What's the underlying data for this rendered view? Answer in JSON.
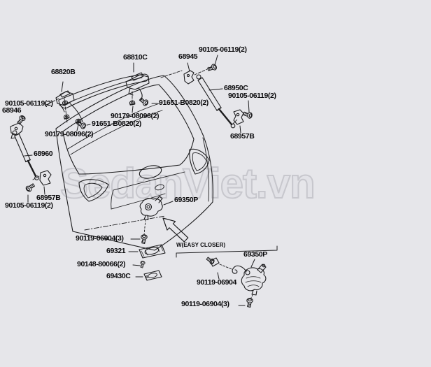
{
  "diagram": {
    "watermark": "SedanViet.vn",
    "colors": {
      "background": "#e6e6ea",
      "line": "#1c1c1e",
      "watermark_outline": "#c7c7cd",
      "label_text": "#0a0a0c"
    },
    "labels": [
      {
        "text": "68810C"
      },
      {
        "text": "68945"
      },
      {
        "text": "90105-06119(2)"
      },
      {
        "text": "68820B"
      },
      {
        "text": "90105-06119(2)"
      },
      {
        "text": "68946"
      },
      {
        "text": "91651-B0820(2)"
      },
      {
        "text": "90179-08096(2)"
      },
      {
        "text": "91651-B0820(2)"
      },
      {
        "text": "90179-08096(2)"
      },
      {
        "text": "68950C"
      },
      {
        "text": "90105-06119(2)"
      },
      {
        "text": "68957B"
      },
      {
        "text": "68960"
      },
      {
        "text": "68957B"
      },
      {
        "text": "90105-06119(2)"
      },
      {
        "text": "69350P"
      },
      {
        "text": "90119-06904(3)"
      },
      {
        "text": "69321"
      },
      {
        "text": "90148-80066(2)"
      },
      {
        "text": "69430C"
      },
      {
        "text": "W(EASY CLOSER)"
      },
      {
        "text": "69350P"
      },
      {
        "text": "90119-06904"
      },
      {
        "text": "90119-06904(3)"
      }
    ]
  }
}
